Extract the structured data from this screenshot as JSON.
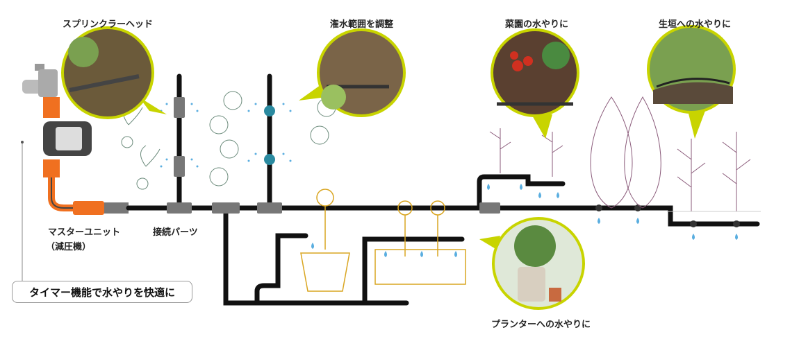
{
  "labels": {
    "sprinkler_head": "スプリンクラーヘッド",
    "adjust_range": "潅水範囲を調整",
    "vegetable_garden": "菜園の水やりに",
    "hedge": "生垣への水やりに",
    "master_unit": "マスターユニット",
    "master_unit_sub": "（減圧機）",
    "connection_parts": "接続パーツ",
    "planter": "プランターへの水やりに",
    "timer": "タイマー機能で水やりを快適に"
  },
  "colors": {
    "accent": "#c8d400",
    "pipe": "#111111",
    "water": "#5aaee0",
    "orange": "#f07020",
    "flower": "#d9a520",
    "plant_line": "#8a5a7a"
  }
}
